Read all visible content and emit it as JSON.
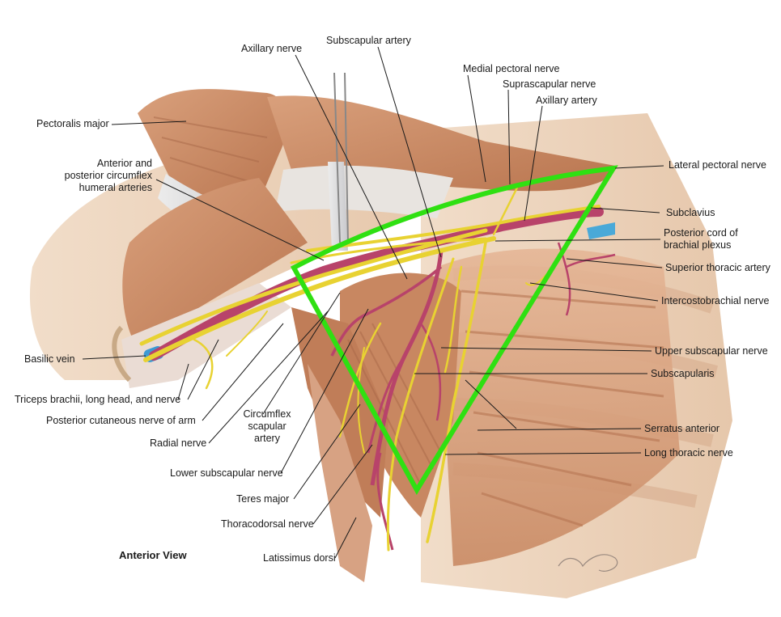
{
  "view_label": "Anterior View",
  "highlight_color": "#2fe012",
  "labels": {
    "axillary_nerve": "Axillary nerve",
    "subscapular_artery": "Subscapular artery",
    "medial_pectoral_nerve": "Medial pectoral nerve",
    "suprascapular_nerve": "Suprascapular nerve",
    "axillary_artery": "Axillary artery",
    "pectoralis_major": "Pectoralis major",
    "circumflex_humeral": "Anterior and\nposterior circumflex\nhumeral arteries",
    "lateral_pectoral_nerve": "Lateral pectoral nerve",
    "subclavius": "Subclavius",
    "posterior_cord": "Posterior cord of\nbrachial plexus",
    "superior_thoracic_artery": "Superior thoracic artery",
    "intercostobrachial_nerve": "Intercostobrachial nerve",
    "basilic_vein": "Basilic vein",
    "upper_subscapular_nerve": "Upper subscapular nerve",
    "subscapularis": "Subscapularis",
    "triceps": "Triceps brachii, long head, and nerve",
    "posterior_cutaneous_nerve": "Posterior cutaneous nerve of arm",
    "circumflex_scapular_artery": "Circumflex\nscapular\nartery",
    "serratus_anterior": "Serratus anterior",
    "radial_nerve": "Radial nerve",
    "long_thoracic_nerve": "Long thoracic nerve",
    "lower_subscapular_nerve": "Lower subscapular nerve",
    "teres_major": "Teres major",
    "thoracodorsal_nerve": "Thoracodorsal nerve",
    "latissimus_dorsi": "Latissimus dorsi"
  }
}
